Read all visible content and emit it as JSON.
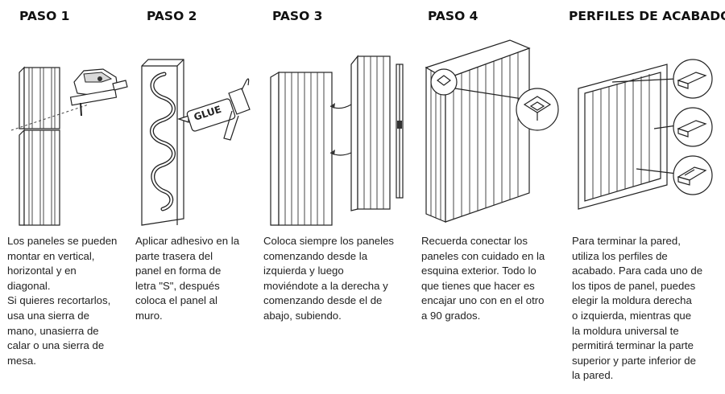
{
  "steps": [
    {
      "title": "PASO 1",
      "text": "Los paneles se pueden\nmontar en vertical,\nhorizontal y en\ndiagonal.\nSi quieres recortarlos,\nusa una sierra de\nmano, unasierra de\ncalar o una sierra de\nmesa.",
      "icon": "jigsaw-icon"
    },
    {
      "title": "PASO 2",
      "text": "Aplicar adhesivo en la\nparte trasera del\npanel en forma de\nletra \"S\", después\ncoloca el panel al\nmuro.",
      "icon": "glue-gun-icon",
      "glue_label": "GLUE"
    },
    {
      "title": "PASO 3",
      "text": "Coloca siempre los paneles\ncomenzando desde la\nizquierda y luego\nmoviéndote a la derecha y\ncomenzando desde el de\nabajo, subiendo.",
      "icon": "panel-assembly-icon"
    },
    {
      "title": "PASO 4",
      "text": "Recuerda conectar los\npaneles con cuidado en la\nesquina exterior. Todo lo\nque tienes que hacer es\nencajar uno con en el otro\na 90 grados.",
      "icon": "corner-joint-icon"
    },
    {
      "title": "PERFILES DE ACABADO",
      "text": "Para terminar la pared,\nutiliza los perfiles de\nacabado. Para cada uno de\nlos tipos de panel, puedes\nelegir la moldura derecha\no izquierda, mientras que\nla moldura universal te\npermitirá terminar la parte\nsuperior y parte inferior de\nla pared.",
      "icon": "finishing-profile-icon"
    }
  ]
}
